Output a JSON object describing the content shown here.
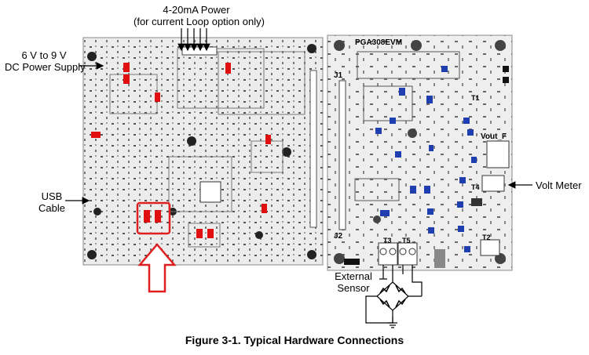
{
  "power_label_line1": "4-20mA Power",
  "power_label_line2": "(for current Loop option only)",
  "dc_supply_line1": "6 V to 9 V",
  "dc_supply_line2": "DC Power Supply",
  "usb_line1": "USB",
  "usb_line2": "Cable",
  "volt_meter": "Volt Meter",
  "external_sensor_line1": "External",
  "external_sensor_line2": "Sensor",
  "board_title": "PGA308EVM",
  "board_labels": {
    "j1": "J1",
    "j2": "J2",
    "t1": "T1",
    "t2": "T2",
    "t3": "T3",
    "t4": "T4",
    "t5": "T5",
    "vout_f": "Vout_F"
  },
  "caption": "Figure 3-1. Typical Hardware Connections",
  "colors": {
    "board_fill": "#e9e9e9",
    "jumper_red": "#e01010",
    "jumper_blue": "#1f3fb0",
    "highlight_red": "#e02020"
  }
}
